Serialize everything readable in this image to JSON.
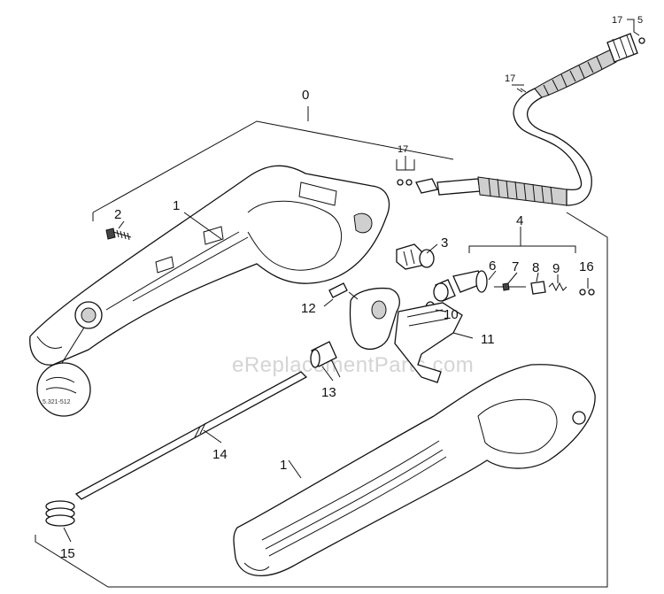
{
  "callouts": {
    "c0": "0",
    "c1_upper": "1",
    "c1_lower": "1",
    "c2": "2",
    "c3": "3",
    "c4": "4",
    "c5": "5",
    "c6": "6",
    "c7": "7",
    "c8": "8",
    "c9": "9",
    "c10": "10",
    "c11": "11",
    "c12": "12",
    "c13": "13",
    "c14": "14",
    "c15": "15",
    "c16": "16",
    "c17_top": "17",
    "c17_hose": "17",
    "c17_left": "17"
  },
  "inset_stamp": "5.321-512",
  "watermark": "eReplacementParts.com",
  "colors": {
    "line": "#111111",
    "watermark": "#d4d4d4",
    "shade": "#cfcfcf"
  }
}
